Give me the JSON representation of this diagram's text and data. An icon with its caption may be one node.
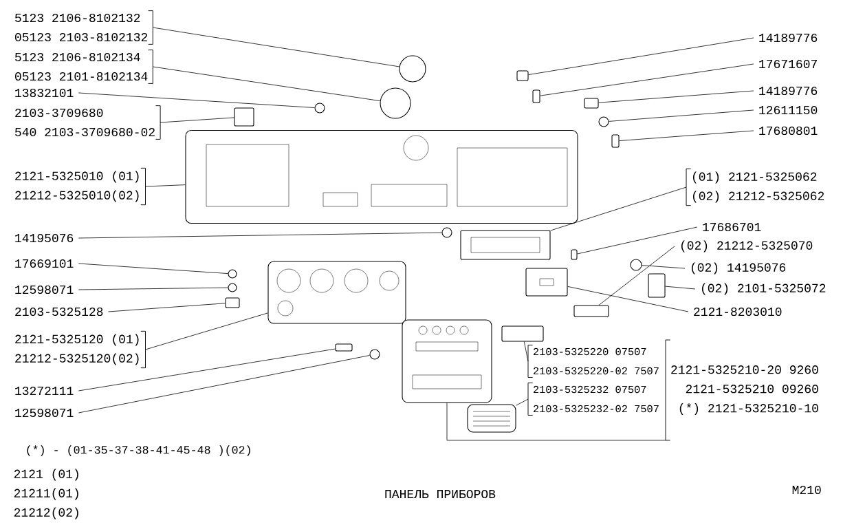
{
  "diagram": {
    "caption": "ПАНЕЛЬ ПРИБОРОВ",
    "nodes": [
      {
        "text": [
          "5123 2106-8102132",
          "05123 2103-8102132"
        ]
      },
      {
        "text": [
          "5123 2106-8102134",
          "05123 2101-8102134"
        ]
      },
      {
        "text": [
          "13832101"
        ]
      },
      {
        "text": [
          "2103-3709680",
          "540 2103-3709680-02"
        ]
      },
      {
        "text": [
          "2121-5325010 (01)",
          "21212-5325010(02)"
        ]
      },
      {
        "text": [
          "14189776"
        ]
      },
      {
        "text": [
          "17671607"
        ]
      },
      {
        "text": [
          "14189776"
        ]
      },
      {
        "text": [
          "12611150"
        ]
      },
      {
        "text": [
          "17680801"
        ]
      },
      {
        "text": [
          "(01) 2121-5325062",
          "(02) 21212-5325062"
        ]
      },
      {
        "text": [
          "17686701"
        ]
      },
      {
        "text": [
          "(02) 21212-5325070"
        ]
      },
      {
        "text": [
          "(02) 14195076"
        ]
      },
      {
        "text": [
          "(02) 2101-5325072"
        ]
      },
      {
        "text": [
          "2121-8203010"
        ]
      },
      {
        "text": [
          "14195076"
        ]
      },
      {
        "text": [
          "17669101"
        ]
      },
      {
        "text": [
          "12598071"
        ]
      },
      {
        "text": [
          "2103-5325128"
        ]
      },
      {
        "text": [
          "2121-5325120 (01)",
          "21212-5325120(02)"
        ]
      },
      {
        "text": [
          "13272111"
        ]
      },
      {
        "text": [
          "12598071"
        ]
      },
      {
        "text": [
          "2103-5325220 07507",
          "2103-5325220-02 7507"
        ]
      },
      {
        "text": [
          "2103-5325232 07507",
          "2103-5325232-02 7507"
        ]
      },
      {
        "text": [
          "2121-5325210-20 9260",
          "2121-5325210 09260",
          "(*) 2121-5325210-10"
        ]
      },
      {
        "text": [],
        "shape": "circle"
      },
      {
        "text": [],
        "shape": "circle"
      },
      {
        "text": [],
        "shape": "circle"
      },
      {
        "text": [],
        "shape": "box"
      },
      {
        "text": [],
        "shape": "picture"
      },
      {
        "text": [],
        "shape": "box"
      },
      {
        "text": [],
        "shape": "box"
      },
      {
        "text": [],
        "shape": "box"
      },
      {
        "text": [],
        "shape": "circle"
      },
      {
        "text": [],
        "shape": "box"
      },
      {
        "text": [],
        "shape": "circle"
      },
      {
        "text": [],
        "shape": "box"
      },
      {
        "text": [],
        "shape": "box"
      },
      {
        "text": [],
        "shape": "circle"
      },
      {
        "text": [],
        "shape": "circle"
      },
      {
        "text": [],
        "shape": "box"
      },
      {
        "text": [],
        "shape": "picture"
      },
      {
        "text": [],
        "shape": "box"
      },
      {
        "text": [],
        "shape": "circle"
      },
      {
        "text": [],
        "shape": "box"
      },
      {
        "text": [],
        "shape": "box"
      },
      {
        "text": [],
        "shape": "circle"
      },
      {
        "text": [],
        "shape": "box"
      },
      {
        "text": [],
        "shape": "picture"
      },
      {
        "text": [],
        "shape": "box"
      },
      {
        "text": [],
        "shape": "picture"
      }
    ],
    "edges": [
      {
        "from": 0,
        "to": 26,
        "arrow": "none"
      },
      {
        "from": 1,
        "to": 27,
        "arrow": "none"
      },
      {
        "from": 2,
        "to": 28,
        "arrow": "none"
      },
      {
        "from": 3,
        "to": 29,
        "arrow": "none"
      },
      {
        "from": 4,
        "to": 30,
        "arrow": "none"
      },
      {
        "from": 5,
        "to": 31,
        "arrow": "none"
      },
      {
        "from": 6,
        "to": 32,
        "arrow": "none"
      },
      {
        "from": 7,
        "to": 33,
        "arrow": "none"
      },
      {
        "from": 8,
        "to": 34,
        "arrow": "none"
      },
      {
        "from": 9,
        "to": 35,
        "arrow": "none"
      },
      {
        "from": 10,
        "to": 37,
        "arrow": "none"
      },
      {
        "from": 11,
        "to": 38,
        "arrow": "none"
      },
      {
        "from": 12,
        "to": 46,
        "arrow": "none"
      },
      {
        "from": 13,
        "to": 47,
        "arrow": "none"
      },
      {
        "from": 14,
        "to": 48,
        "arrow": "none"
      },
      {
        "from": 15,
        "to": 45,
        "arrow": "none"
      },
      {
        "from": 16,
        "to": 36,
        "arrow": "none"
      },
      {
        "from": 17,
        "to": 39,
        "arrow": "none"
      },
      {
        "from": 18,
        "to": 40,
        "arrow": "none"
      },
      {
        "from": 19,
        "to": 41,
        "arrow": "none"
      },
      {
        "from": 20,
        "to": 42,
        "arrow": "none"
      },
      {
        "from": 21,
        "to": 43,
        "arrow": "none"
      },
      {
        "from": 22,
        "to": 44,
        "arrow": "none"
      },
      {
        "from": 23,
        "to": 50,
        "arrow": "none"
      },
      {
        "from": 24,
        "to": 51,
        "arrow": "none"
      },
      {
        "from": 25,
        "to": 49,
        "arrow": "none"
      }
    ],
    "labels": [
      "(*) - (01-35-37-38-41-45-48 )(02)",
      "2121 (01)",
      "21211(01)",
      "21212(02)",
      "M210"
    ]
  }
}
